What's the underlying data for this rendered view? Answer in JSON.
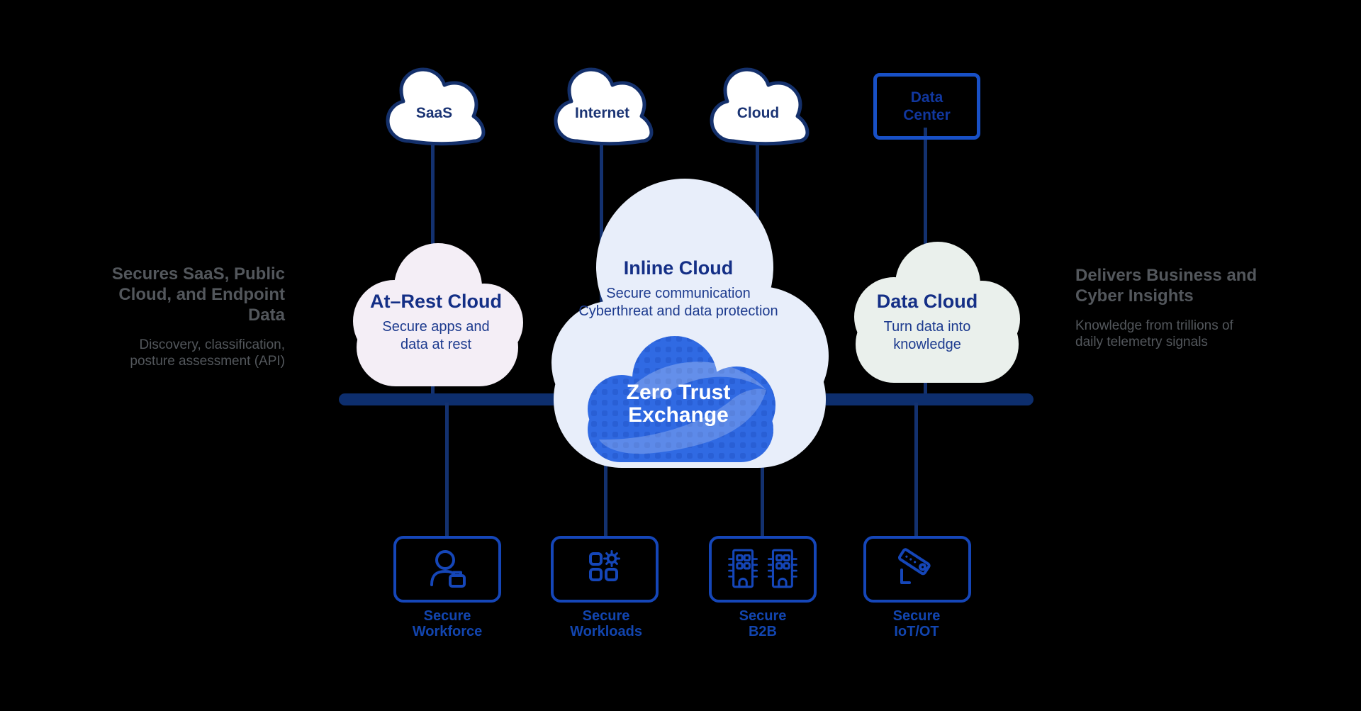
{
  "diagram_title": "Zero Trust Exchange architecture",
  "colors": {
    "background": "#000000",
    "connector_navy": "#13316f",
    "bus_bar_navy": "#0d2e6d",
    "top_cloud_fill": "#ffffff",
    "top_cloud_stroke": "#14306b",
    "top_cloud_text": "#1b3474",
    "data_center_border": "#1850c6",
    "data_center_text": "#11379e",
    "at_rest_cloud_fill": "#f4eef6",
    "inline_cloud_fill": "#e8eefa",
    "data_cloud_fill": "#eaf0ec",
    "mid_cloud_title_text": "#142f86",
    "mid_cloud_sub_text": "#1c3a8e",
    "zte_cloud_blue": "#306ae3",
    "zte_dots_blue": "#2456c9",
    "zte_text": "#ffffff",
    "bottom_border_blue": "#1546b8",
    "bottom_label_blue": "#1245af",
    "side_note_gray": "#53575c"
  },
  "top_row": {
    "clouds": [
      {
        "label": "SaaS"
      },
      {
        "label": "Internet"
      },
      {
        "label": "Cloud"
      }
    ],
    "data_center": {
      "line1": "Data",
      "line2": "Center"
    }
  },
  "mid_row": {
    "at_rest": {
      "title": "At–Rest Cloud",
      "sub1": "Secure apps and",
      "sub2": "data at rest"
    },
    "inline": {
      "title": "Inline Cloud",
      "sub1": "Secure communication",
      "sub2": "Cyberthreat and data protection"
    },
    "data": {
      "title": "Data Cloud",
      "sub1": "Turn data into",
      "sub2": "knowledge"
    }
  },
  "center": {
    "line1": "Zero Trust",
    "line2": "Exchange"
  },
  "notes": {
    "left": {
      "h1": "Secures SaaS, Public",
      "h2": "Cloud, and Endpoint Data",
      "b1": "Discovery, classification,",
      "b2": "posture assessment (API)"
    },
    "right": {
      "h1": "Delivers Business and",
      "h2": "Cyber Insights",
      "b1": "Knowledge from trillions of",
      "b2": "daily telemetry signals"
    }
  },
  "bottom_row": [
    {
      "label1": "Secure",
      "label2": "Workforce",
      "icon": "person-badge-icon"
    },
    {
      "label1": "Secure",
      "label2": "Workloads",
      "icon": "apps-gear-icon"
    },
    {
      "label1": "Secure",
      "label2": "B2B",
      "icon": "b2b-buildings-icon"
    },
    {
      "label1": "Secure",
      "label2": "IoT/OT",
      "icon": "security-camera-icon"
    }
  ]
}
